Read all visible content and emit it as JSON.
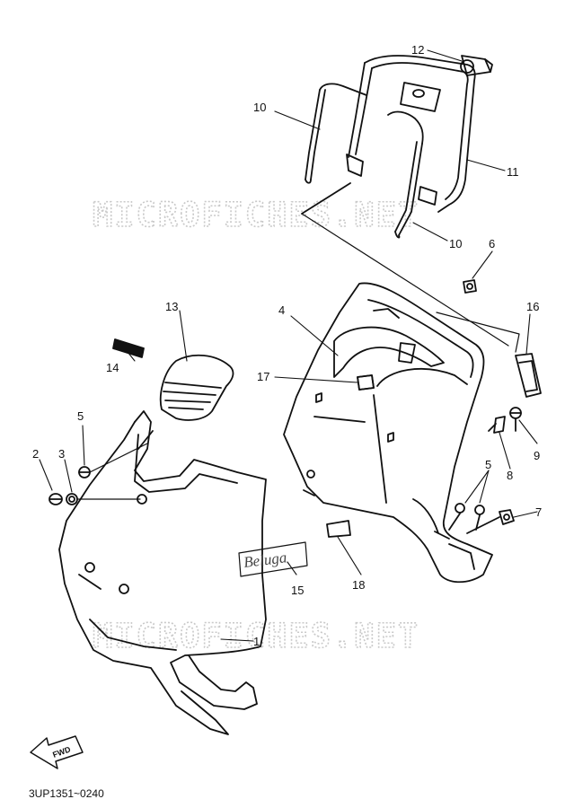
{
  "watermark": "MICROFICHES.NET",
  "diagram_code": "3UP1351~0240",
  "fwd_label": "FWD",
  "emblem_text": "Beluga",
  "callouts": [
    "1",
    "2",
    "3",
    "4",
    "5",
    "5",
    "6",
    "7",
    "8",
    "9",
    "10",
    "10",
    "11",
    "12",
    "13",
    "14",
    "15",
    "16",
    "17",
    "18"
  ],
  "colors": {
    "ink": "#111111",
    "watermark": "#c9c9c9",
    "background": "#ffffff"
  }
}
